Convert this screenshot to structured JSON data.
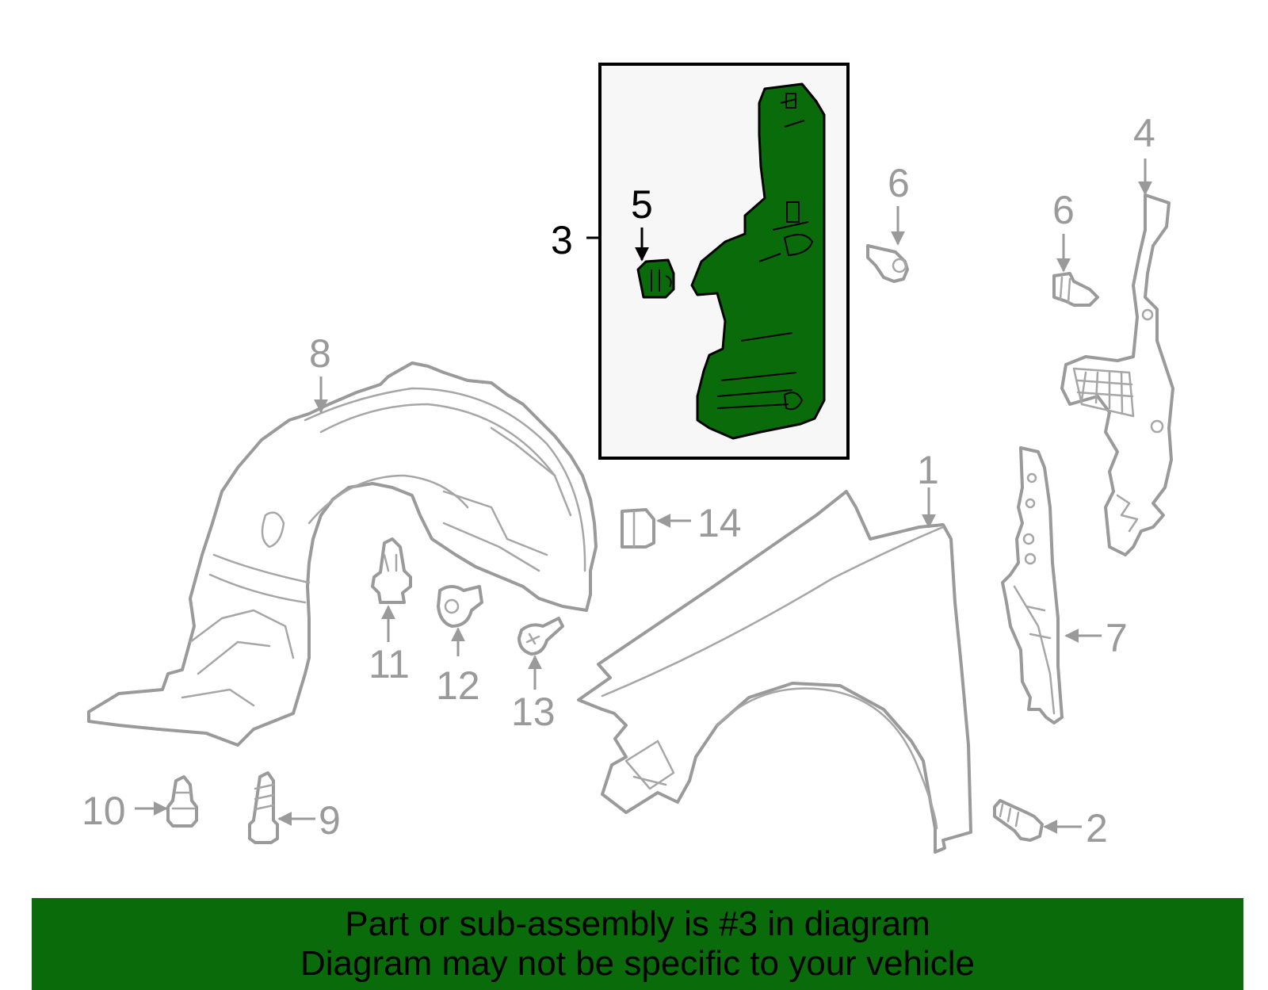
{
  "colors": {
    "highlight": "#0a6b0a",
    "outline": "#9a9a9a",
    "banner_bg": "#0a6b0a",
    "inset_bg": "#f7f7f7"
  },
  "callouts": {
    "c1": "1",
    "c2": "2",
    "c3": "3",
    "c4": "4",
    "c5": "5",
    "c6a": "6",
    "c6b": "6",
    "c7": "7",
    "c8": "8",
    "c9": "9",
    "c10": "10",
    "c11": "11",
    "c12": "12",
    "c13": "13",
    "c14": "14"
  },
  "banner": {
    "line1": "Part or sub-assembly is #3 in diagram",
    "line2": "Diagram may not be specific to your vehicle"
  }
}
